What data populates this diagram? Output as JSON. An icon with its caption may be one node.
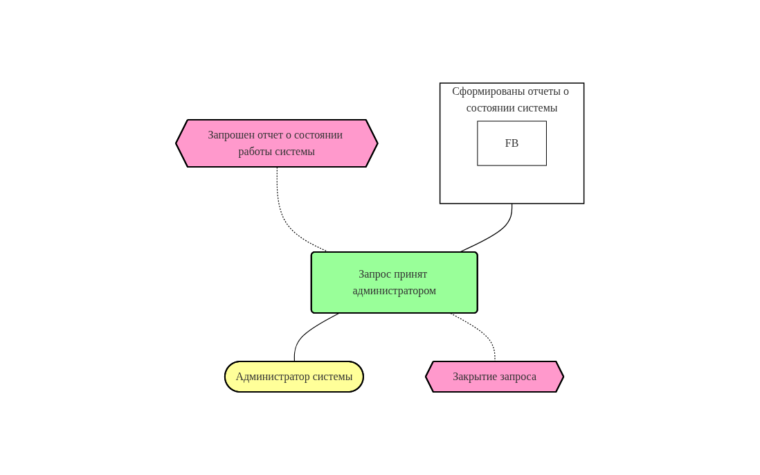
{
  "diagram": {
    "nodes": [
      {
        "text": [
          "Запрошен отчет о состоянии работы системы"
        ]
      },
      {
        "text": [
          "Сформированы отчеты о состоянии системы"
        ]
      },
      {
        "text": [
          "FB"
        ],
        "in": 1
      },
      {
        "text": [
          "Запрос принят администратором"
        ]
      },
      {
        "text": [
          "Администратор системы"
        ]
      },
      {
        "text": [
          "Закрытие запроса"
        ]
      }
    ],
    "edges": [
      {
        "from": 0,
        "to": 3,
        "arrow": "none",
        "style": "dashed"
      },
      {
        "from": 1,
        "to": 3,
        "arrow": "none"
      },
      {
        "from": 3,
        "to": 4,
        "arrow": "none"
      },
      {
        "from": 3,
        "to": 5,
        "arrow": "none",
        "style": "dashed"
      }
    ]
  }
}
